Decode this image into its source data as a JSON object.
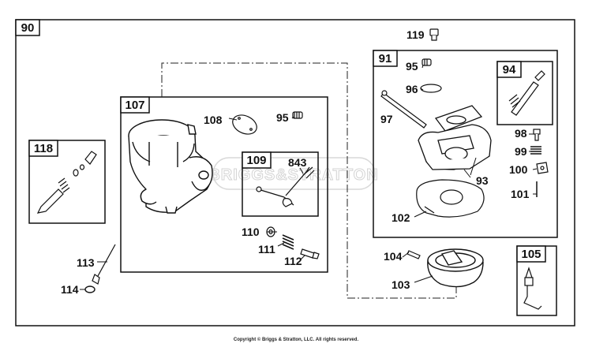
{
  "diagram": {
    "boxes": {
      "b90": "90",
      "b91": "91",
      "b94": "94",
      "b105": "105",
      "b107": "107",
      "b109": "109",
      "b118": "118"
    },
    "parts": {
      "p119": "119",
      "p95a": "95",
      "p96": "96",
      "p97": "97",
      "p98": "98",
      "p99": "99",
      "p100": "100",
      "p101": "101",
      "p93": "93",
      "p102": "102",
      "p108": "108",
      "p95b": "95",
      "p843": "843",
      "p110": "110",
      "p111": "111",
      "p112": "112",
      "p104": "104",
      "p103": "103",
      "p113": "113",
      "p114": "114"
    },
    "watermark": "BRIGGS&STRATTON",
    "copyright": "Copyright © Briggs & Stratton, LLC. All rights reserved."
  }
}
